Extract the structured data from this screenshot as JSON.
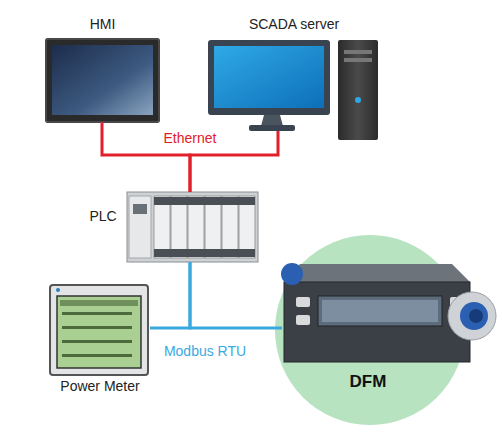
{
  "diagram": {
    "nodes": [
      {
        "text": [
          "HMI"
        ]
      },
      {
        "text": [
          "SCADA server"
        ]
      },
      {
        "text": [
          "PLC"
        ]
      },
      {
        "text": [
          "Power Meter"
        ]
      },
      {
        "text": [
          "DFM"
        ]
      }
    ],
    "edges": [
      {
        "from": 0,
        "to": 2,
        "arrow": "none",
        "label": "Ethernet"
      },
      {
        "from": 1,
        "to": 2,
        "arrow": "none"
      },
      {
        "from": 2,
        "to": 3,
        "arrow": "none",
        "label": "Modbus RTU"
      },
      {
        "from": 2,
        "to": 4,
        "arrow": "none"
      }
    ]
  }
}
